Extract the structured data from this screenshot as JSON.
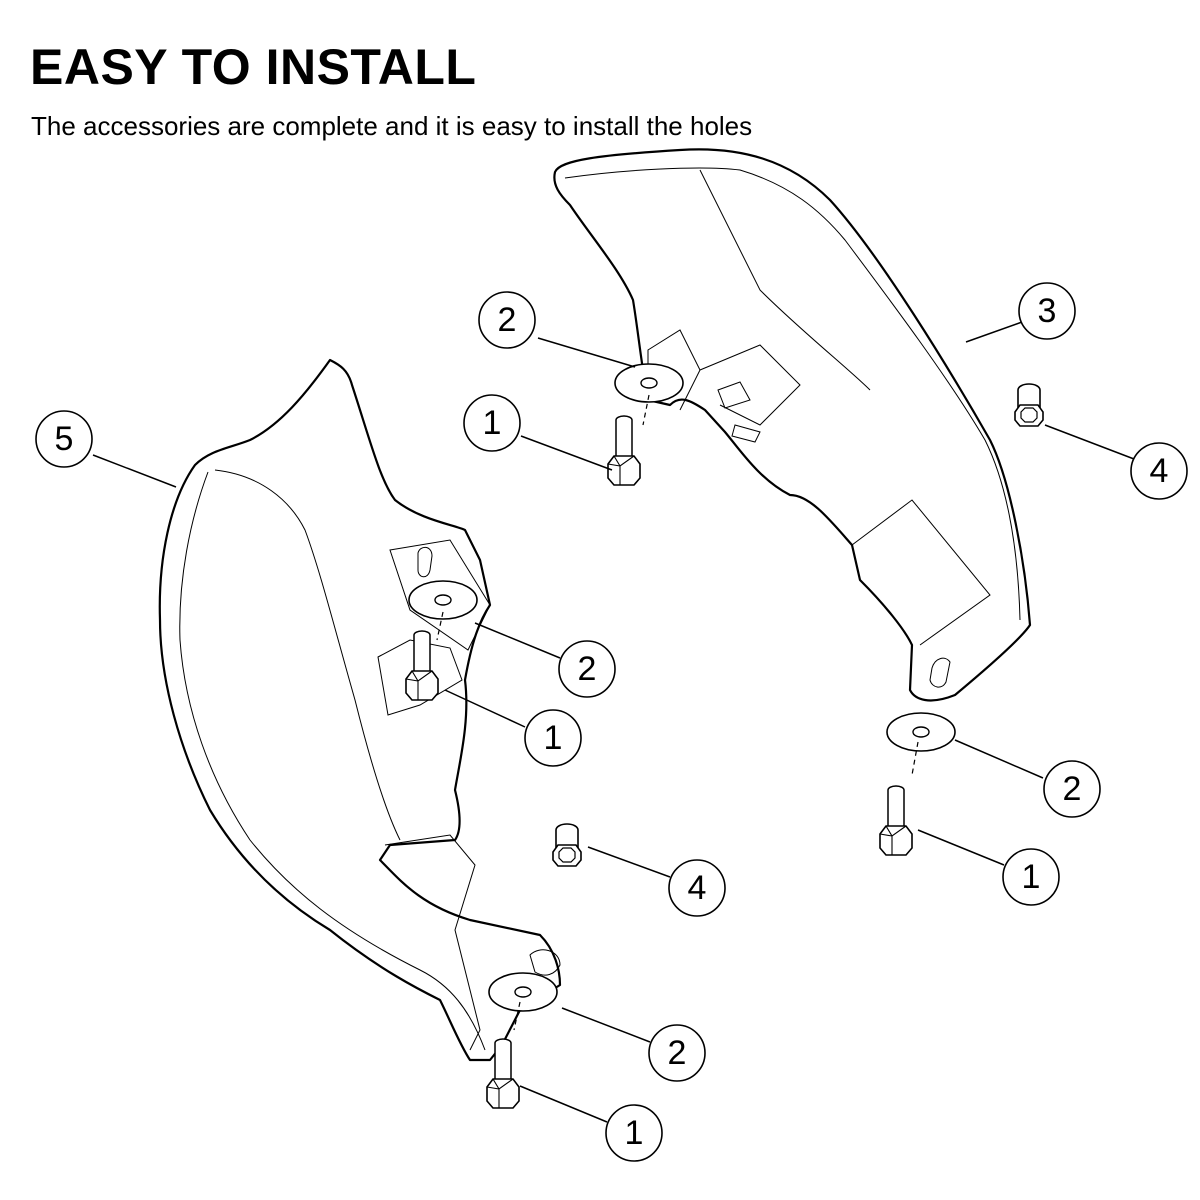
{
  "header": {
    "title": "EASY TO INSTALL",
    "subtitle": "The accessories are complete and it is easy to install the holes"
  },
  "callouts": {
    "right_guard": "3",
    "right_washer_top": "2",
    "right_bolt_top": "1",
    "right_nut": "4",
    "right_washer_bottom": "2",
    "right_bolt_bottom": "1",
    "left_guard": "5",
    "left_washer_top": "2",
    "left_bolt_top": "1",
    "left_nut": "4",
    "left_washer_bottom": "2",
    "left_bolt_bottom": "1"
  }
}
